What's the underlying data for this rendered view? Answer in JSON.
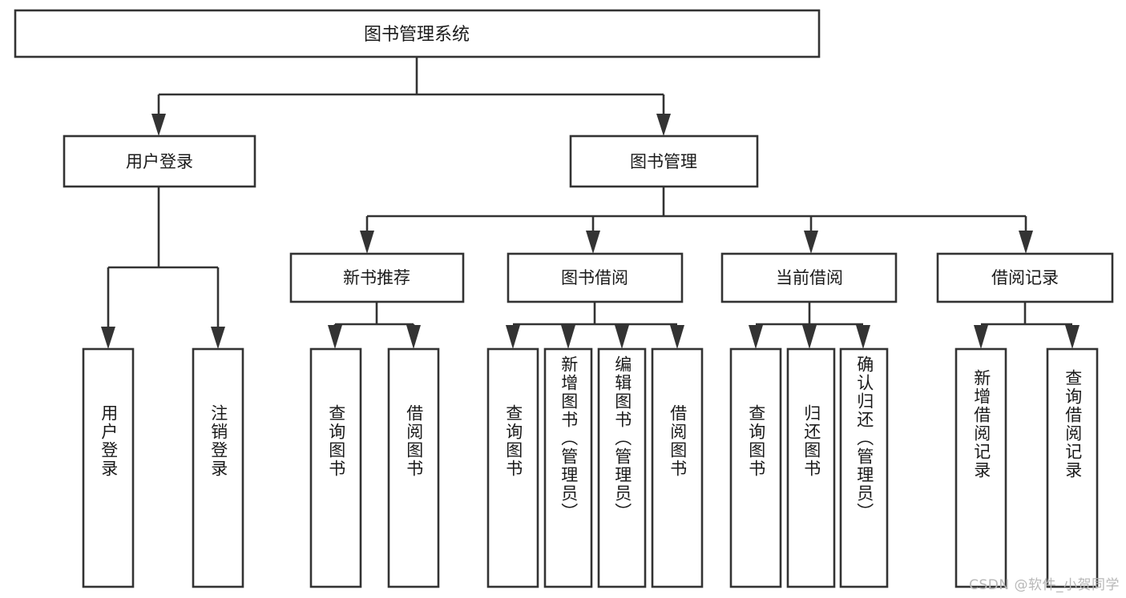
{
  "diagram": {
    "type": "tree",
    "title": "图书管理系统",
    "watermark": "CSDN @软件_小贺同学",
    "root": {
      "label": "图书管理系统",
      "id": "root"
    },
    "level2": [
      {
        "id": "user-login",
        "label": "用户登录"
      },
      {
        "id": "book-management",
        "label": "图书管理"
      }
    ],
    "level3": [
      {
        "id": "new-book-recommend",
        "label": "新书推荐",
        "parent": "book-management"
      },
      {
        "id": "book-borrow",
        "label": "图书借阅",
        "parent": "book-management"
      },
      {
        "id": "current-borrow",
        "label": "当前借阅",
        "parent": "book-management"
      },
      {
        "id": "borrow-record",
        "label": "借阅记录",
        "parent": "book-management"
      }
    ],
    "leaves": [
      {
        "id": "leaf-user-login",
        "label": "用户登录",
        "parent": "user-login"
      },
      {
        "id": "leaf-logout-login",
        "label": "注销登录",
        "parent": "user-login"
      },
      {
        "id": "leaf-query-book-1",
        "label": "查询图书",
        "parent": "new-book-recommend"
      },
      {
        "id": "leaf-borrow-book-1",
        "label": "借阅图书",
        "parent": "new-book-recommend"
      },
      {
        "id": "leaf-query-book-2",
        "label": "查询图书",
        "parent": "book-borrow"
      },
      {
        "id": "leaf-add-book",
        "label": "新增图书（管理员）",
        "parent": "book-borrow"
      },
      {
        "id": "leaf-edit-book",
        "label": "编辑图书（管理员）",
        "parent": "book-borrow"
      },
      {
        "id": "leaf-borrow-book-2",
        "label": "借阅图书",
        "parent": "book-borrow"
      },
      {
        "id": "leaf-query-book-3",
        "label": "查询图书",
        "parent": "current-borrow"
      },
      {
        "id": "leaf-return-book",
        "label": "归还图书",
        "parent": "current-borrow"
      },
      {
        "id": "leaf-confirm-return",
        "label": "确认归还（管理员）",
        "parent": "current-borrow"
      },
      {
        "id": "leaf-add-record",
        "label": "新增借阅记录",
        "parent": "borrow-record"
      },
      {
        "id": "leaf-query-record",
        "label": "查询借阅记录",
        "parent": "borrow-record"
      }
    ],
    "colors": {
      "stroke": "#333333",
      "fill": "#ffffff",
      "text": "#1a1a1a",
      "watermark": "#b8b8b8"
    }
  }
}
